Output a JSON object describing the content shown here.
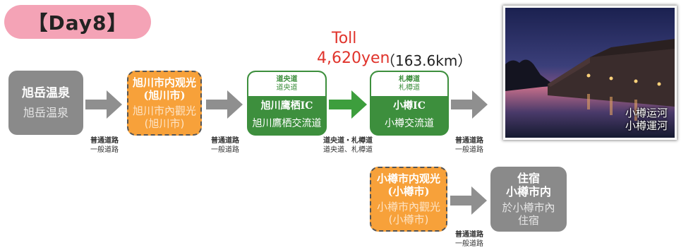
{
  "day_label": "【Day8】",
  "nodes": {
    "asahidake": {
      "line1": "旭岳温泉",
      "line2": "旭岳温泉"
    },
    "asahikawa_sightseeing": {
      "line1a": "旭川市内观光",
      "line1b": "(旭川市)",
      "line2a": "旭川市內觀光",
      "line2b": "(旭川市)"
    },
    "asahikawa_takasu_ic": {
      "road1": "道央道",
      "road2": "道央道",
      "name1": "旭川鹰栖IC",
      "name2": "旭川鷹栖交流道"
    },
    "otaru_ic": {
      "road1": "札樽道",
      "road2": "札樽道",
      "name1": "小樽IC",
      "name2": "小樽交流道"
    },
    "otaru_sightseeing": {
      "line1a": "小樽市内观光",
      "line1b": "(小樽市)",
      "line2a": "小樽市內觀光",
      "line2b": "(小樽市)"
    },
    "lodging": {
      "line1a": "住宿",
      "line1b": "小樽市内",
      "line2a": "於小樽市內",
      "line2b": "住宿"
    }
  },
  "road_labels": {
    "r1": {
      "a": "普通道路",
      "b": "一般道路"
    },
    "r2": {
      "a": "普通道路",
      "b": "一般道路"
    },
    "r3": {
      "a": "道央道・札樽道",
      "b": "道央道、札樽道"
    },
    "r4": {
      "a": "普通道路",
      "b": "一般道路"
    },
    "r5": {
      "a": "普通道路",
      "b": "一般道路"
    }
  },
  "toll": {
    "label": "Toll",
    "amount": "4,620yen",
    "distance": "（163.6km）"
  },
  "photo": {
    "caption1": "小樽运河",
    "caption2": "小樽運河"
  },
  "colors": {
    "gray_node": "#8a8a8a",
    "orange_node": "#f7a13a",
    "green_node": "#3d8f3d",
    "gray_arrow": "#8f8f8f",
    "green_arrow": "#3d9e3d",
    "toll_red": "#e0332b",
    "day_pill": "#f4a3b6"
  }
}
